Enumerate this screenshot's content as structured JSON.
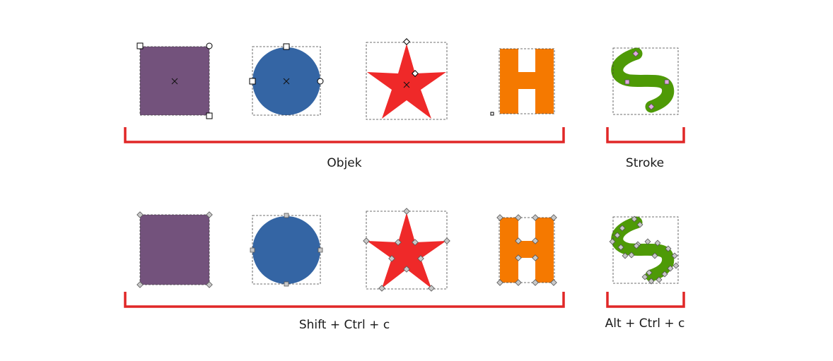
{
  "groups": {
    "objek_label": "Objek",
    "stroke_label": "Stroke",
    "shift_label": "Shift + Ctrl + c",
    "alt_label": "Alt + Ctrl + c"
  },
  "colors": {
    "purple": "#73527c",
    "blue": "#3465a4",
    "red": "#ef2929",
    "orange": "#f57900",
    "green": "#4e9a06",
    "bracket": "#e02727"
  },
  "letter_shape": "H"
}
